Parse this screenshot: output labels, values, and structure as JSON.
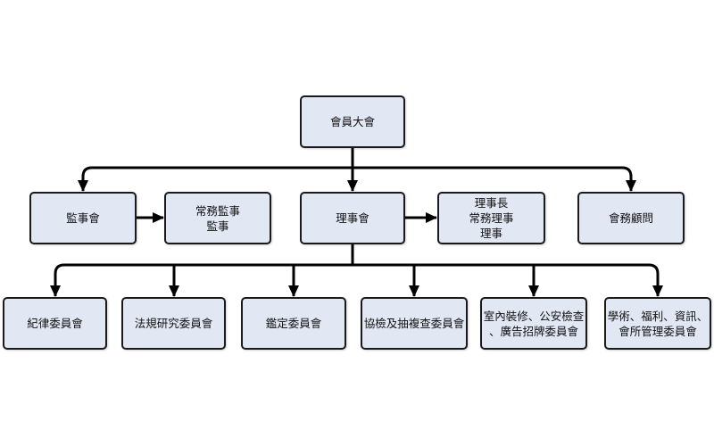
{
  "diagram": {
    "root": {
      "lines": [
        "會員大會"
      ]
    },
    "level2": [
      {
        "lines": [
          "監事會"
        ]
      },
      {
        "lines": [
          "常務監事",
          "監事"
        ]
      },
      {
        "lines": [
          "理事會"
        ]
      },
      {
        "lines": [
          "理事長",
          "常務理事",
          "理事"
        ]
      },
      {
        "lines": [
          "會務顧問"
        ]
      }
    ],
    "committees": [
      {
        "lines": [
          "紀律委員會"
        ]
      },
      {
        "lines": [
          "法規研究委員會"
        ]
      },
      {
        "lines": [
          "鑑定委員會"
        ]
      },
      {
        "lines": [
          "協檢及抽複查委員會"
        ]
      },
      {
        "lines": [
          "室內裝修、公安檢查",
          "、廣告招牌委員會"
        ]
      },
      {
        "lines": [
          "學術、福利、資訊、",
          "會所管理委員會"
        ]
      }
    ]
  },
  "colors": {
    "box_fill": "#e2e7f4",
    "box_border": "#1a1a1a",
    "connector": "#000000"
  }
}
